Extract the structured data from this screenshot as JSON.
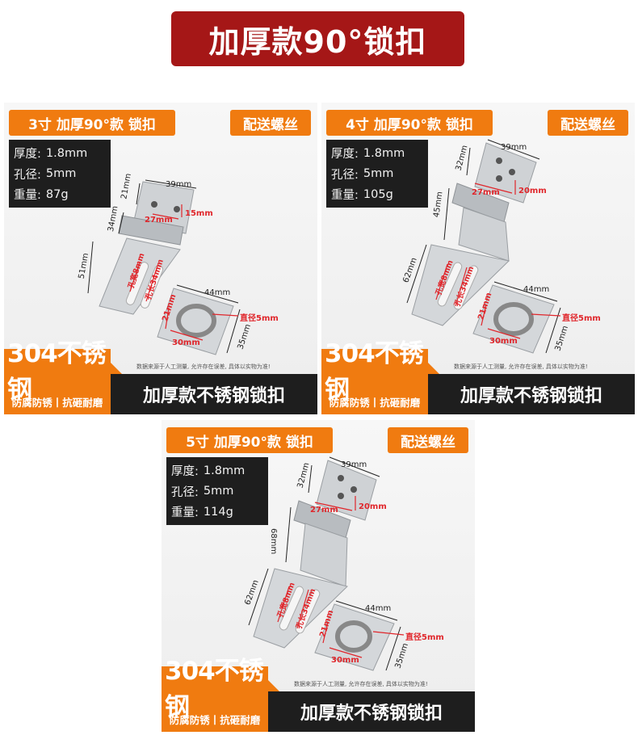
{
  "title": "加厚款90°锁扣",
  "colors": {
    "title_bg": "#a51717",
    "accent": "#f07b10",
    "dark": "#1e1e1e",
    "dim_red": "#e0262b"
  },
  "panels": [
    {
      "tag": "3寸 加厚90°款 锁扣",
      "screw": "配送螺丝",
      "specs": [
        {
          "label": "厚度:",
          "value": "1.8mm"
        },
        {
          "label": "孔径:",
          "value": "5mm"
        },
        {
          "label": "重量:",
          "value": "87g"
        }
      ],
      "dims": {
        "top_w": "39mm",
        "top_h": "21mm",
        "hole_span": "27mm",
        "hole_off": "15mm",
        "hinge_h": "34mm",
        "base_h": "51mm",
        "slot_w": "孔宽8mm",
        "slot_l": "孔长34mm",
        "ring_w": "44mm",
        "ring_h": "35mm",
        "ring_span": "30mm",
        "ring_off": "21mm",
        "ring_dia": "直径5mm"
      },
      "note": "数据来源于人工测量, 允许存在误差, 具体以实物为准!",
      "badge_main": "304不锈钢",
      "badge_sub": "防腐防锈丨抗砸耐磨",
      "banner": "加厚款不锈钢锁扣"
    },
    {
      "tag": "4寸 加厚90°款 锁扣",
      "screw": "配送螺丝",
      "specs": [
        {
          "label": "厚度:",
          "value": "1.8mm"
        },
        {
          "label": "孔径:",
          "value": "5mm"
        },
        {
          "label": "重量:",
          "value": "105g"
        }
      ],
      "dims": {
        "top_w": "39mm",
        "top_h": "32mm",
        "hole_span": "27mm",
        "hole_off": "20mm",
        "hinge_h": "45mm",
        "base_h": "62mm",
        "slot_w": "孔宽8mm",
        "slot_l": "孔长34mm",
        "ring_w": "44mm",
        "ring_h": "35mm",
        "ring_span": "30mm",
        "ring_off": "21mm",
        "ring_dia": "直径5mm"
      },
      "note": "数据来源于人工测量, 允许存在误差, 具体以实物为准!",
      "badge_main": "304不锈钢",
      "badge_sub": "防腐防锈丨抗砸耐磨",
      "banner": "加厚款不锈钢锁扣"
    },
    {
      "tag": "5寸 加厚90°款 锁扣",
      "screw": "配送螺丝",
      "specs": [
        {
          "label": "厚度:",
          "value": "1.8mm"
        },
        {
          "label": "孔径:",
          "value": "5mm"
        },
        {
          "label": "重量:",
          "value": "114g"
        }
      ],
      "dims": {
        "top_w": "39mm",
        "top_h": "32mm",
        "hole_span": "27mm",
        "hole_off": "20mm",
        "hinge_h": "68mm",
        "base_h": "62mm",
        "slot_w": "孔宽8mm",
        "slot_l": "孔长34mm",
        "ring_w": "44mm",
        "ring_h": "35mm",
        "ring_span": "30mm",
        "ring_off": "21mm",
        "ring_dia": "直径5mm"
      },
      "note": "数据来源于人工测量, 允许存在误差, 具体以实物为准!",
      "badge_main": "304不锈钢",
      "badge_sub": "防腐防锈丨抗砸耐磨",
      "banner": "加厚款不锈钢锁扣"
    }
  ]
}
